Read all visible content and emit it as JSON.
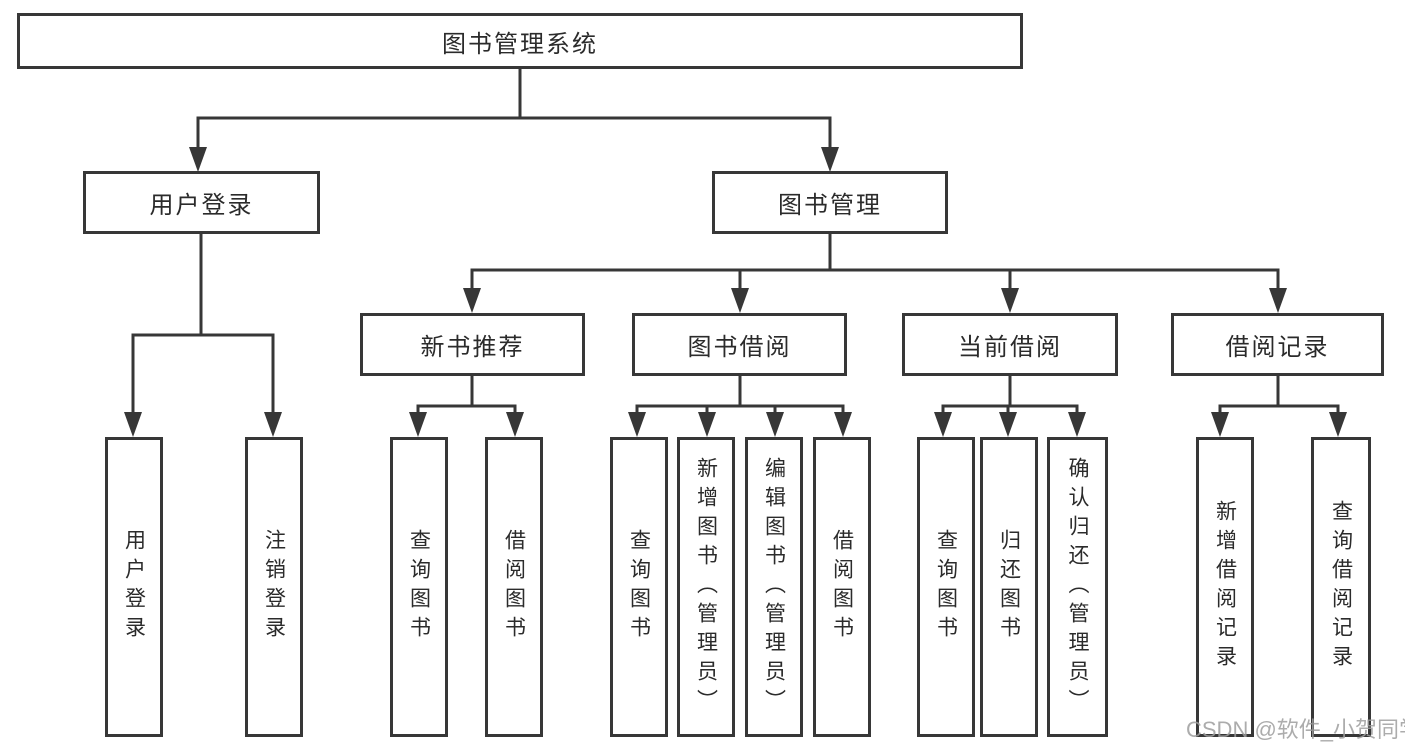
{
  "tree": {
    "root": "图书管理系统",
    "branches": [
      {
        "label": "用户登录",
        "children": [
          "用户登录",
          "注销登录"
        ]
      },
      {
        "label": "图书管理",
        "sections": [
          {
            "label": "新书推荐",
            "children": [
              "查询图书",
              "借阅图书"
            ]
          },
          {
            "label": "图书借阅",
            "children": [
              "查询图书",
              "新增图书（管理员）",
              "编辑图书（管理员）",
              "借阅图书"
            ]
          },
          {
            "label": "当前借阅",
            "children": [
              "查询图书",
              "归还图书",
              "确认归还（管理员）"
            ]
          },
          {
            "label": "借阅记录",
            "children": [
              "新增借阅记录",
              "查询借阅记录"
            ]
          }
        ]
      }
    ]
  },
  "watermark": "CSDN @软件_小贺同学",
  "colors": {
    "line": "#373737",
    "text": "#2b2b2b",
    "background": "#ffffff",
    "watermark_gray": "#9e9e9e"
  }
}
